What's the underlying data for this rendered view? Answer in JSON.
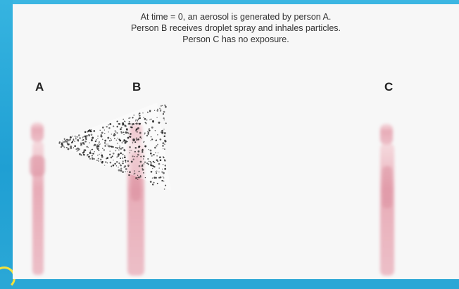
{
  "caption": {
    "line1": "At time = 0, an aerosol is generated by person A.",
    "line2": "Person B receives droplet spray and inhales particles.",
    "line3": "Person C has no exposure."
  },
  "persons": [
    {
      "label": "A"
    },
    {
      "label": "B"
    },
    {
      "label": "C"
    }
  ],
  "colors": {
    "figure": "#e8a8b4",
    "spray_dots": "#222222",
    "frame_blue": "#2aa7d6"
  }
}
